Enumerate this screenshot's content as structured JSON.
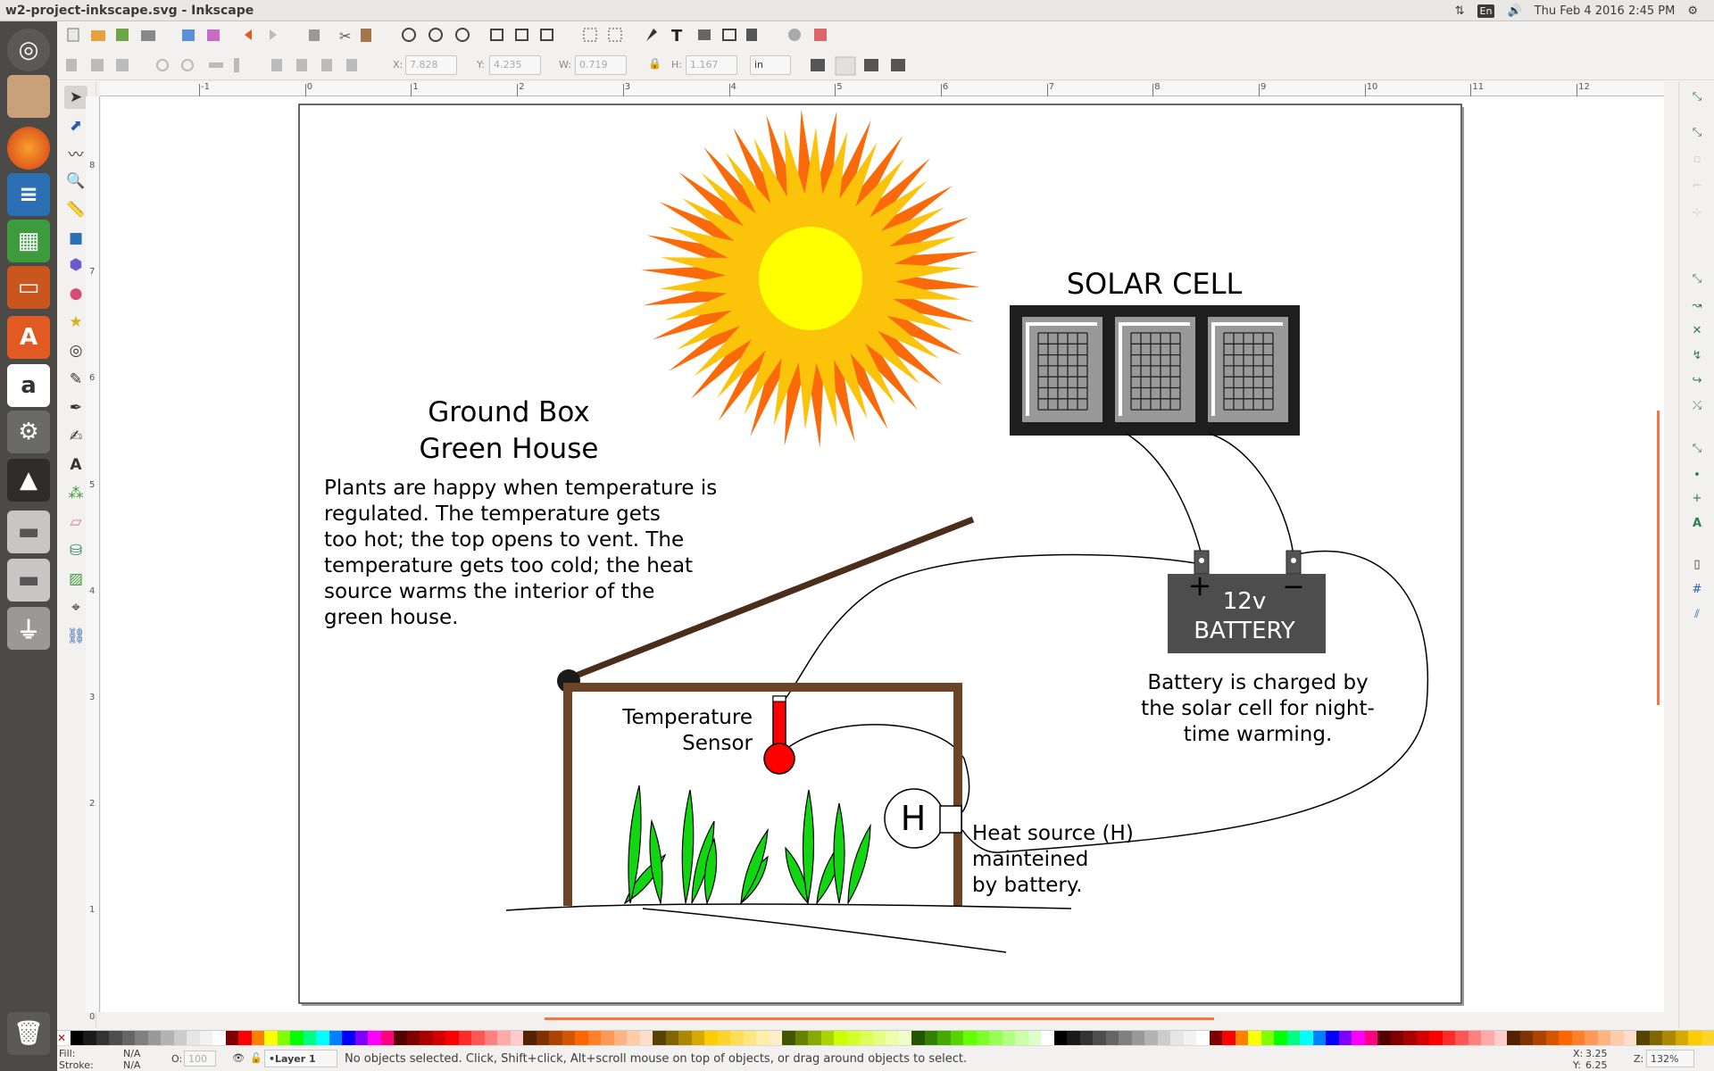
{
  "window": {
    "title": "w2-project-inkscape.svg - Inkscape"
  },
  "panel": {
    "keyboard": "En",
    "datetime": "Thu Feb  4 2016  2:45 PM"
  },
  "controls": {
    "x_label": "X:",
    "x_value": "7.828",
    "y_label": "Y:",
    "y_value": "4.235",
    "w_label": "W:",
    "w_value": "0.719",
    "h_label": "H:",
    "h_value": "1.167",
    "unit": "in"
  },
  "rulers": {
    "h_ticks": [
      "-1",
      "0",
      "1",
      "2",
      "3",
      "4",
      "5",
      "6",
      "7",
      "8",
      "9",
      "10",
      "11",
      "12"
    ],
    "v_ticks": [
      "8",
      "7",
      "6",
      "5",
      "4",
      "3",
      "2",
      "1",
      "0"
    ]
  },
  "drawing": {
    "title_line1": "Ground Box",
    "title_line2": "Green House",
    "description": [
      "Plants are happy when temperature is",
      "regulated. The temperature gets",
      "too hot; the top opens to vent. The",
      "temperature gets too cold; the heat",
      "source warms the interior of the",
      "green house."
    ],
    "solar_label": "SOLAR CELL",
    "battery_line1": "12v",
    "battery_line2": "BATTERY",
    "battery_plus": "+",
    "battery_minus": "−",
    "battery_note": [
      "Battery is charged by",
      "the solar cell for night-",
      "time warming."
    ],
    "sensor_label": [
      "Temperature",
      "Sensor"
    ],
    "heat_symbol": "H",
    "heat_note": [
      "Heat source (H)",
      "mainteined",
      "by battery."
    ]
  },
  "status": {
    "fill_label": "Fill:",
    "fill_value": "N/A",
    "stroke_label": "Stroke:",
    "stroke_value": "N/A",
    "opacity_label": "O:",
    "opacity_value": "100",
    "layer": "•Layer 1",
    "message": "No objects selected. Click, Shift+click, Alt+scroll mouse on top of objects, or drag around objects to select.",
    "x_label": "X:",
    "x_value": "3.25",
    "y_label": "Y:",
    "y_value": "6.25",
    "zoom_label": "Z:",
    "zoom_value": "132%"
  },
  "colors": {
    "accent": "#f07746",
    "launcher": "#4b4a47"
  }
}
